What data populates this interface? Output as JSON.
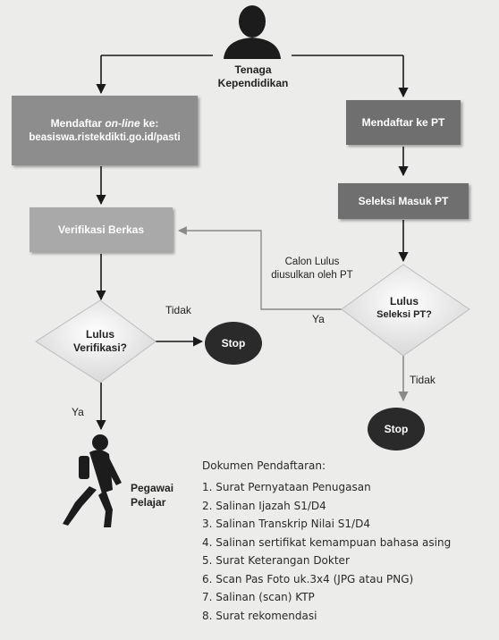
{
  "start": {
    "label_line1": "Tenaga",
    "label_line2": "Kependidikan"
  },
  "left_branch": {
    "register_line1_prefix": "Mendaftar",
    "register_line1_italic": "on-line",
    "register_line1_suffix": "ke:",
    "register_line2": "beasiswa.ristekdikti.go.id/pasti",
    "verify": "Verifikasi Berkas",
    "decision_line1": "Lulus",
    "decision_line2": "Verifikasi?",
    "no_label": "Tidak",
    "yes_label": "Ya",
    "stop": "Stop",
    "end_line1": "Pegawai",
    "end_line2": "Pelajar"
  },
  "right_branch": {
    "register": "Mendaftar ke PT",
    "selection": "Seleksi Masuk PT",
    "decision_line1": "Lulus",
    "decision_line2": "Seleksi PT?",
    "yes_label": "Ya",
    "no_label": "Tidak",
    "stop": "Stop",
    "return_line1": "Calon Lulus",
    "return_line2": "diusulkan oleh PT"
  },
  "documents": {
    "title": "Dokumen Pendaftaran:",
    "items": [
      "1. Surat Pernyataan Penugasan",
      "2. Salinan Ijazah S1/D4",
      "3. Salinan Transkrip Nilai S1/D4",
      "4. Salinan sertifikat kemampuan bahasa asing",
      "5. Surat Keterangan Dokter",
      "6. Scan Pas Foto uk.3x4 (JPG atau PNG)",
      "7. Salinan (scan) KTP",
      "8. Surat rekomendasi"
    ]
  },
  "colors": {
    "box": "#8d8d8d",
    "stop": "#2a2a2a",
    "diamond": "#f4f4f4",
    "background": "#ececea"
  }
}
